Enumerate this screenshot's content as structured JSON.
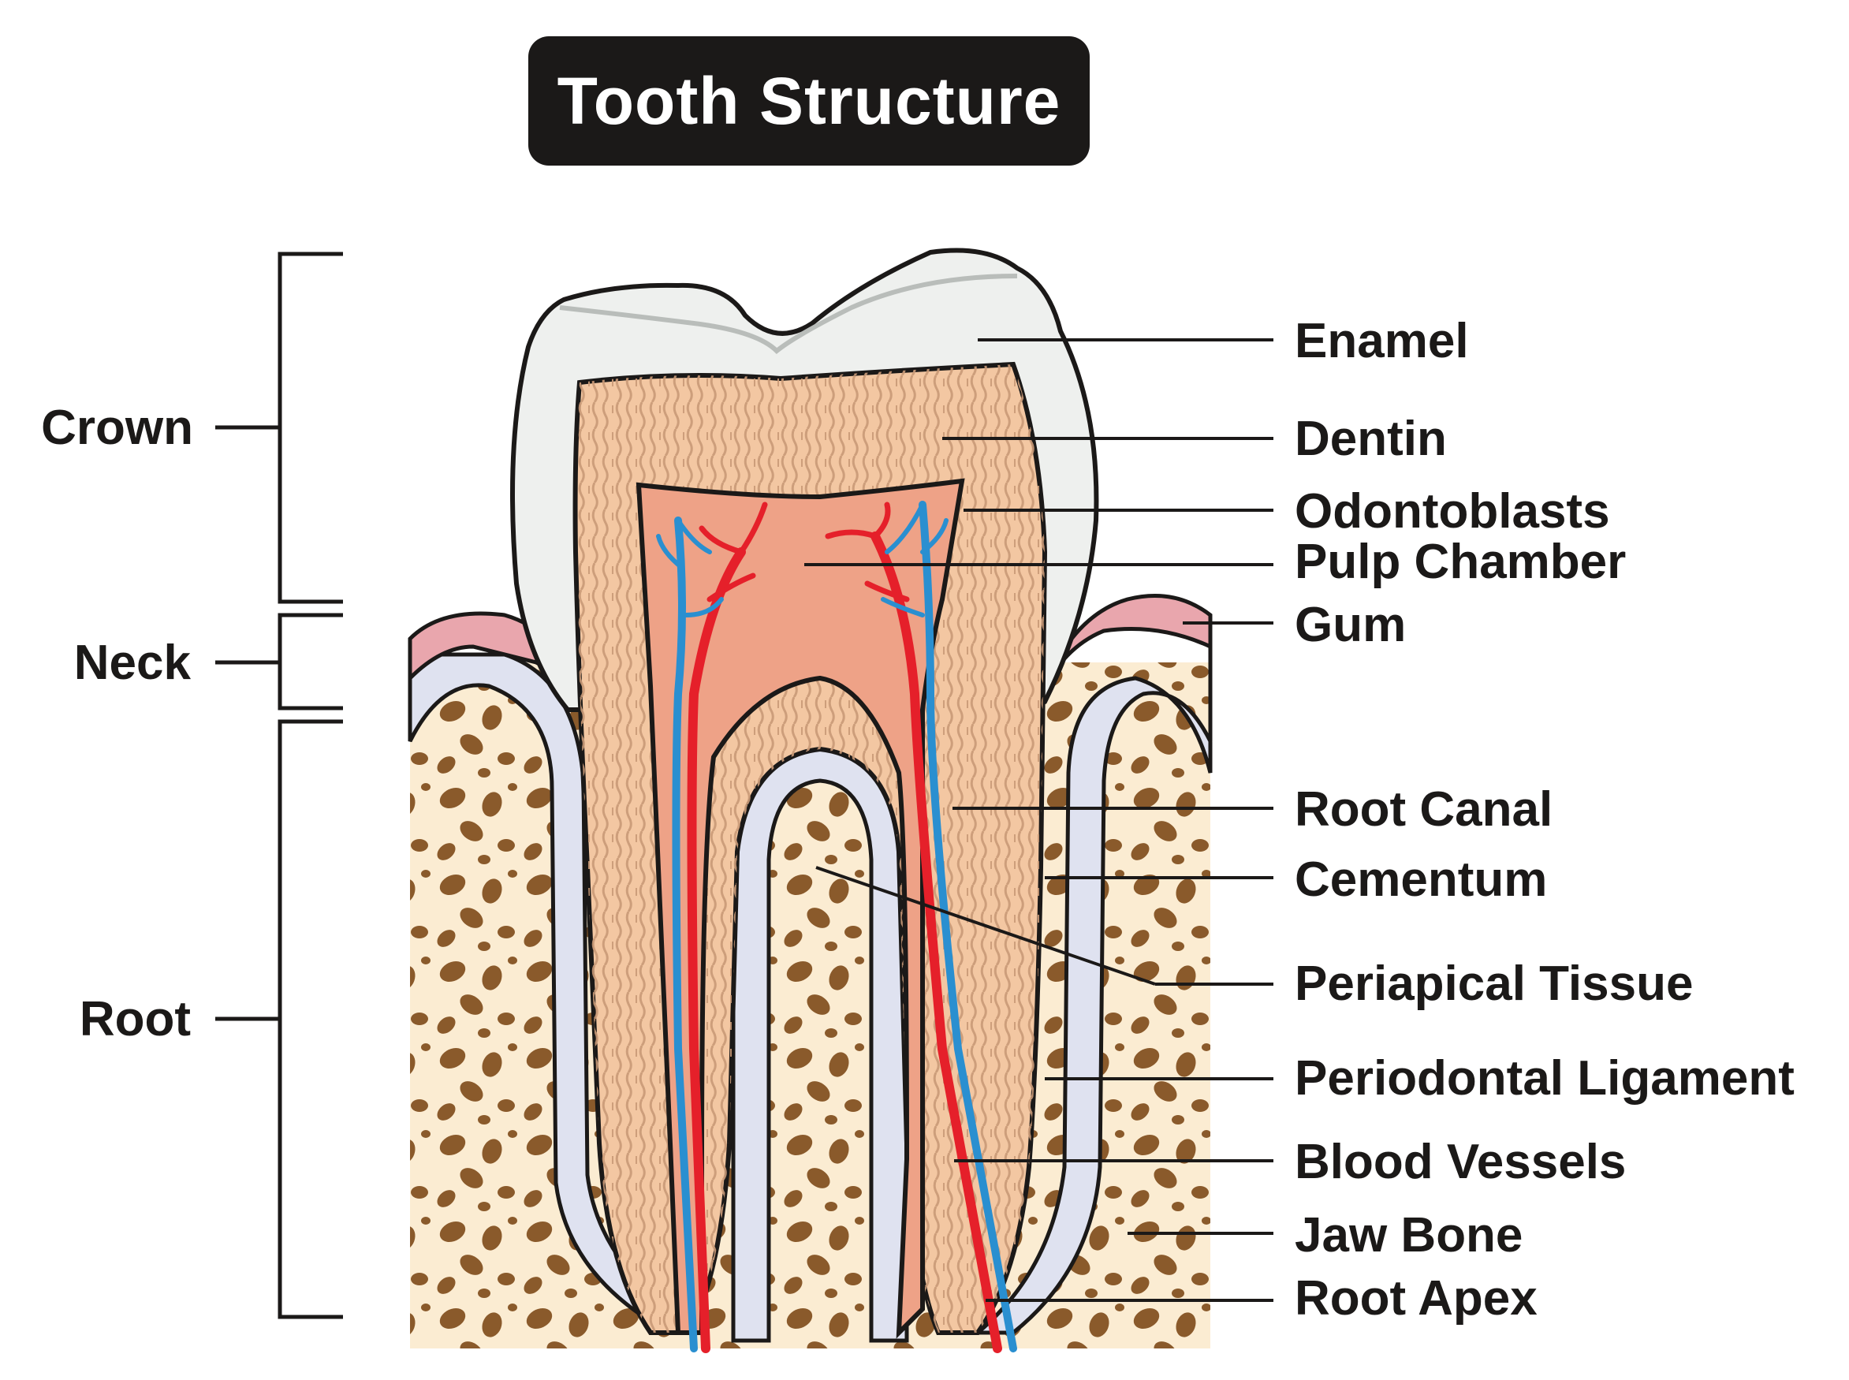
{
  "title": "Tooth Structure",
  "regions": {
    "crown": "Crown",
    "neck": "Neck",
    "root": "Root"
  },
  "labels": {
    "enamel": "Enamel",
    "dentin": "Dentin",
    "odontoblasts": "Odontoblasts",
    "pulp_chamber": "Pulp Chamber",
    "gum": "Gum",
    "root_canal": "Root Canal",
    "cementum": "Cementum",
    "periapical_tissue": "Periapical Tissue",
    "periodontal_ligament": "Periodontal Ligament",
    "blood_vessels": "Blood Vessels",
    "jaw_bone": "Jaw Bone",
    "root_apex": "Root Apex"
  },
  "colors": {
    "enamel": "#eef0ee",
    "dentin": "#f3c7a2",
    "dentin_tubules": "#c99a77",
    "dentin_edge": "#b88466",
    "pulp": "#eea287",
    "gum": "#e9a6ad",
    "ligament": "#dfe2f0",
    "bone": "#fbecd2",
    "bone_pores": "#8a5a2b",
    "artery": "#e5202a",
    "vein": "#2a8fd0",
    "outline": "#1b1918",
    "title_bg": "#1b1918",
    "title_text": "#ffffff"
  }
}
